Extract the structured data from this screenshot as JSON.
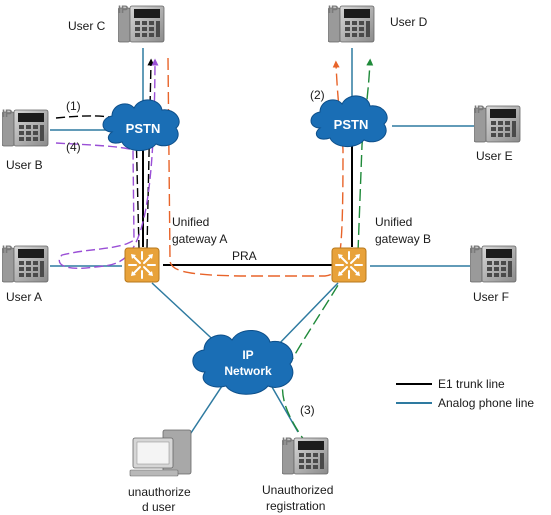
{
  "nodes": {
    "user_a": "User A",
    "user_b": "User B",
    "user_c": "User C",
    "user_d": "User D",
    "user_e": "User E",
    "user_f": "User F",
    "pstn_left": "PSTN",
    "pstn_right": "PSTN",
    "ip_network_line1": "IP",
    "ip_network_line2": "Network",
    "gateway_a_line1": "Unified",
    "gateway_a_line2": "gateway A",
    "gateway_b_line1": "Unified",
    "gateway_b_line2": "gateway  B",
    "unauth_user_line1": "unauthorize",
    "unauth_user_line2": "d user",
    "unauth_reg_line1": "Unauthorized",
    "unauth_reg_line2": "registration"
  },
  "phone_badge": "IP",
  "links": {
    "pra": "PRA"
  },
  "steps": {
    "step1": "(1)",
    "step2": "(2)",
    "step3": "(3)",
    "step4": "(4)"
  },
  "legend": {
    "e1": "E1 trunk line",
    "analog": "Analog phone line"
  },
  "colors": {
    "analog_line": "#2e7aa0",
    "e1_line": "#000000",
    "cloud": "#1a6eb5",
    "gateway": "#e8a23a",
    "path_orange": "#e8642a",
    "path_green": "#1f8a3a",
    "path_purple": "#9a4fd6",
    "path_black": "#000000"
  }
}
